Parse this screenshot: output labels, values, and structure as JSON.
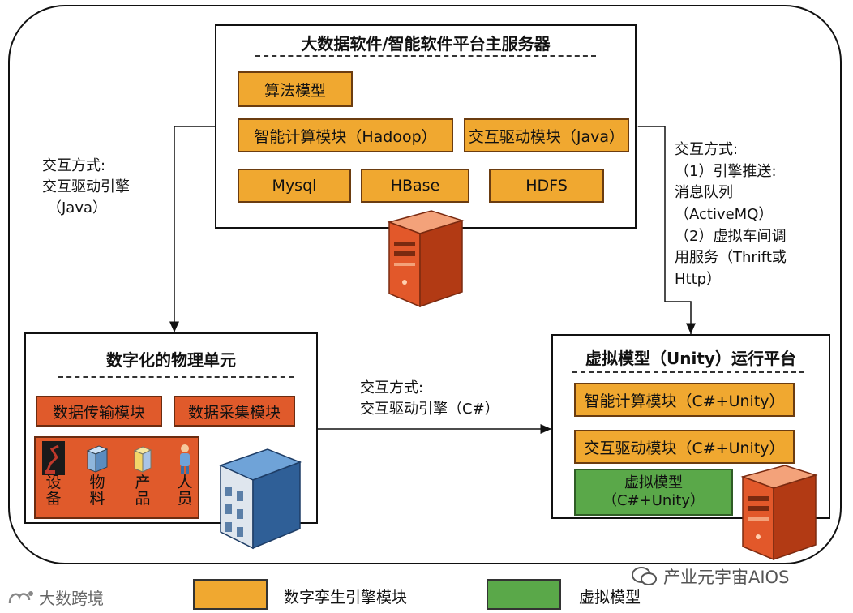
{
  "server": {
    "title": "大数据软件/智能软件平台主服务器",
    "algorithm": "算法模型",
    "compute": "智能计算模块（Hadoop）",
    "driver": "交互驱动模块（Java）",
    "db1": "Mysql",
    "db2": "HBase",
    "db3": "HDFS"
  },
  "left_interaction": [
    "交互方式:",
    "交互驱动引擎",
    "（Java）"
  ],
  "right_interaction": [
    "交互方式:",
    "（1）引擎推送:",
    "消息队列",
    "（ActiveMQ）",
    "（2）虚拟车间调",
    "用服务（Thrift或",
    "Http）"
  ],
  "physical": {
    "title": "数字化的物理单元",
    "transfer": "数据传输模块",
    "collect": "数据采集模块",
    "resources": [
      {
        "chars": [
          "设",
          "备"
        ]
      },
      {
        "chars": [
          "物",
          "料"
        ]
      },
      {
        "chars": [
          "产",
          "品"
        ]
      },
      {
        "chars": [
          "人",
          "员"
        ]
      }
    ]
  },
  "bottom_interaction": [
    "交互方式:",
    "交互驱动引擎（C#）"
  ],
  "unity": {
    "title": "虚拟模型（Unity）运行平台",
    "compute": "智能计算模块（C#+Unity）",
    "driver": "交互驱动模块（C#+Unity）",
    "model_line1": "虚拟模型",
    "model_line2": "（C#+Unity）"
  },
  "legend": {
    "engine": "数字孪生引擎模块",
    "virtual": "虚拟模型"
  },
  "watermarks": {
    "left": "大数跨境",
    "right": "产业元宇宙AIOS"
  },
  "colors": {
    "engine": "#f0a830",
    "virtual": "#5aa849",
    "physical_module": "#e05a2b"
  }
}
